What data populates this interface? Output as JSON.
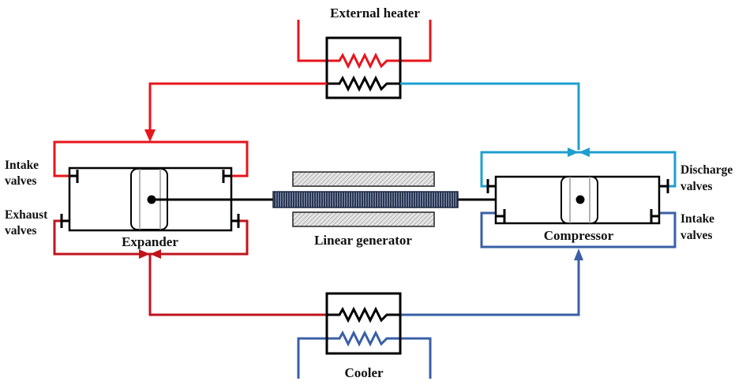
{
  "labels": {
    "external_heater": "External heater",
    "cooler": "Cooler",
    "expander": "Expander",
    "compressor": "Compressor",
    "linear_generator": "Linear generator",
    "expander_intake": [
      "Intake",
      "valves"
    ],
    "expander_exhaust": [
      "Exhaust",
      "valves"
    ],
    "compressor_discharge": [
      "Discharge",
      "valves"
    ],
    "compressor_intake": [
      "Intake",
      "valves"
    ]
  },
  "colors": {
    "hot": "#e8141c",
    "hot_dark": "#c0141c",
    "cold_light": "#1e9fd0",
    "cold_dark": "#3a5fa6",
    "black": "#000000",
    "gray": "#999999"
  }
}
